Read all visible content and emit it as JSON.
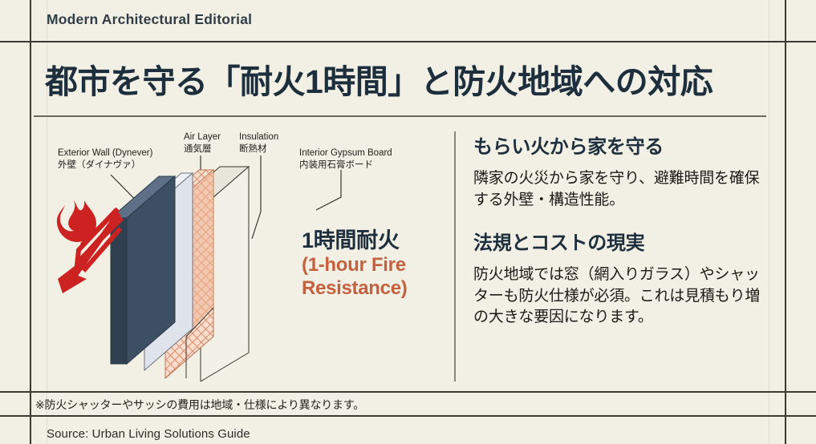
{
  "page": {
    "background_color": "#f2efe5",
    "ink_color": "#1d2f3c",
    "accent_color": "#c4613f",
    "fire_color": "#cc2222"
  },
  "header": {
    "kicker": "Modern Architectural Editorial"
  },
  "title": "都市を守る「耐火1時間」と防火地域への対応",
  "diagram": {
    "labels": [
      {
        "en": "Exterior Wall (Dynever)",
        "jp": "外壁（ダイナヴァ）"
      },
      {
        "en": "Air Layer",
        "jp": "通気層"
      },
      {
        "en": "Insulation",
        "jp": "断熱材"
      },
      {
        "en": "Interior Gypsum Board",
        "jp": "内装用石膏ボード"
      }
    ],
    "icons": {
      "flame": "flame-icon",
      "arrows": "deflected-heat-arrows-icon"
    },
    "callout": {
      "jp": "1時間耐火",
      "en_line1": "(1-hour Fire",
      "en_line2": "Resistance)"
    },
    "layer_colors": {
      "exterior_wall": "#3d4f63",
      "exterior_wall_top": "#5c7088",
      "air_layer": "#dfe3ea",
      "insulation_fill": "#f6d9c6",
      "insulation_hatch": "#d98e6a",
      "gypsum": "#f0eee6",
      "gypsum_core": "#e8bfa4"
    }
  },
  "right_column": {
    "sections": [
      {
        "heading": "もらい火から家を守る",
        "body": "隣家の火災から家を守り、避難時間を確保する外壁・構造性能。"
      },
      {
        "heading": "法規とコストの現実",
        "body": "防火地域では窓（網入りガラス）やシャッターも防火仕様が必須。これは見積もり増の大きな要因になります。"
      }
    ]
  },
  "footer": {
    "note": "※防火シャッターやサッシの費用は地域・仕様により異なります。",
    "source": "Source: Urban Living Solutions Guide"
  }
}
